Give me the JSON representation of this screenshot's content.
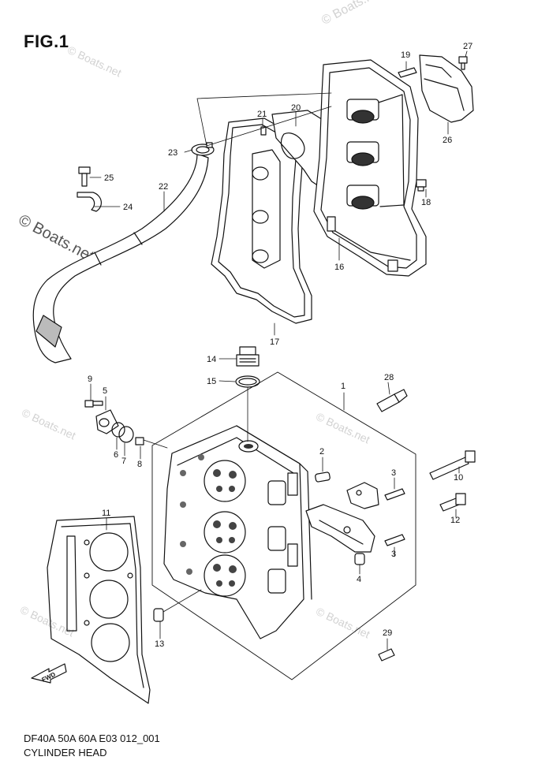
{
  "figure": {
    "title": "FIG.1",
    "caption_code": "DF40A 50A 60A E03 012_001",
    "caption_name": "CYLINDER HEAD"
  },
  "watermark": {
    "text": "© Boats.net"
  },
  "callouts": {
    "c1": "1",
    "c2": "2",
    "c3a": "3",
    "c3b": "3",
    "c4": "4",
    "c5": "5",
    "c6": "6",
    "c7": "7",
    "c8": "8",
    "c9": "9",
    "c10": "10",
    "c11": "11",
    "c12": "12",
    "c13": "13",
    "c14": "14",
    "c15": "15",
    "c16": "16",
    "c17": "17",
    "c18": "18",
    "c19": "19",
    "c20": "20",
    "c21": "21",
    "c22": "22",
    "c23": "23",
    "c24": "24",
    "c25": "25",
    "c26": "26",
    "c27": "27",
    "c28": "28",
    "c29": "29"
  },
  "fwd_label": "FWD"
}
